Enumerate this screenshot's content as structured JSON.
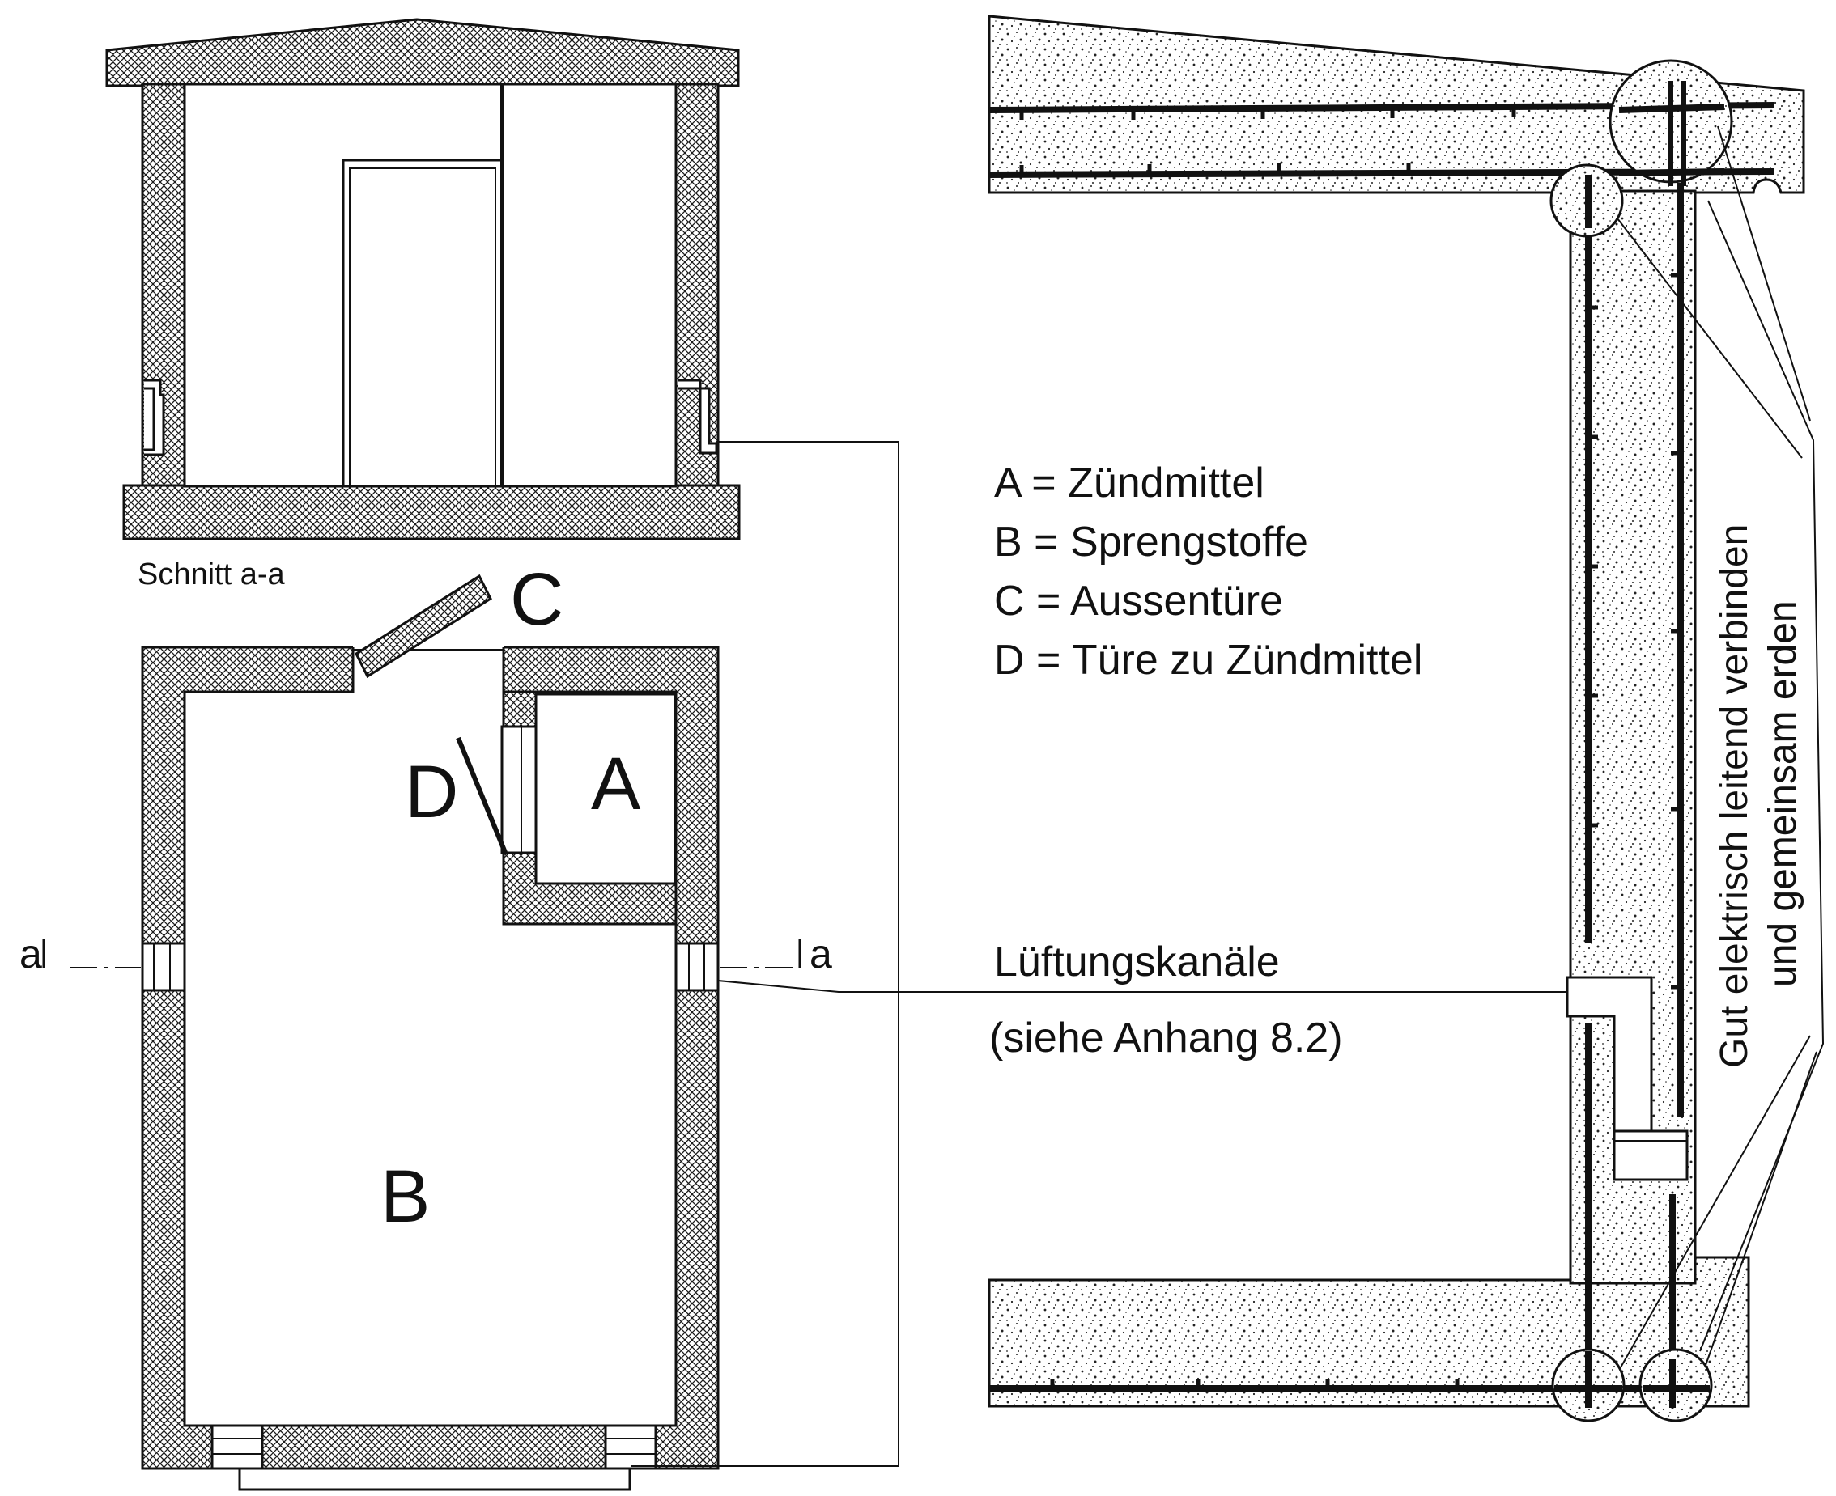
{
  "section_caption": "Schnitt a-a",
  "rooms": {
    "A": "A",
    "B": "B",
    "C": "C",
    "D": "D"
  },
  "section_markers": {
    "left": "a",
    "right": "a"
  },
  "legend": [
    "A = Zündmittel",
    "B = Sprengstoffe",
    "C = Aussentüre",
    "D = Türe zu Zündmittel"
  ],
  "ventilation": {
    "title": "Lüftungskanäle",
    "reference": "(siehe Anhang 8.2)"
  },
  "grounding_note": {
    "line1": "Gut elektrisch leitend verbinden",
    "line2": "und gemeinsam erden"
  }
}
